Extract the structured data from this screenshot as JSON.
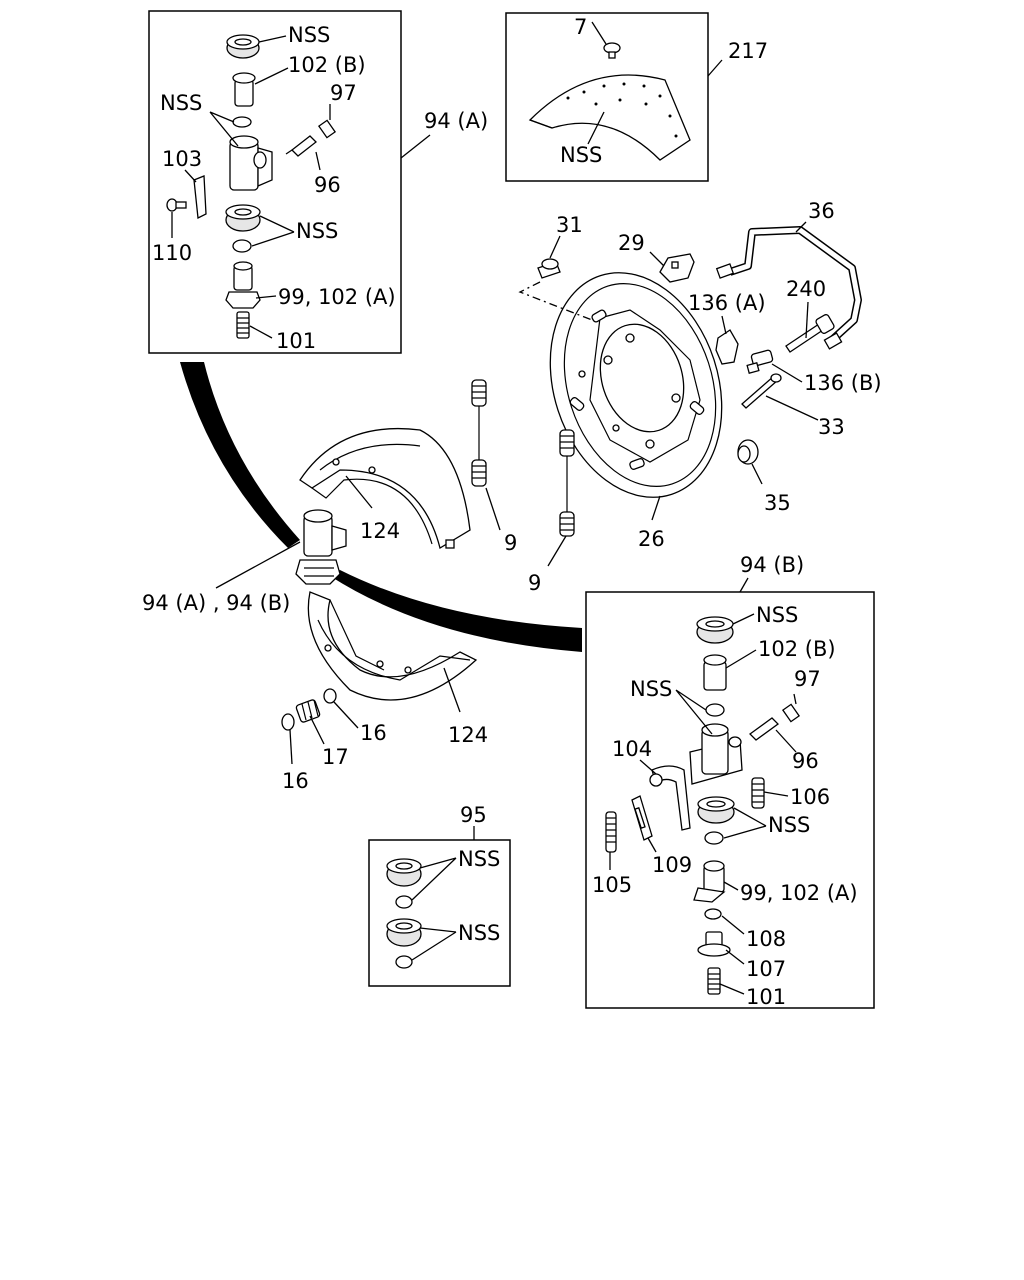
{
  "labels": {
    "nss_a1": "NSS",
    "p102b_a": "102 (B)",
    "nss_a2": "NSS",
    "p97_a": "97",
    "p94a": "94 (A)",
    "p103": "103",
    "p96_a": "96",
    "p110": "110",
    "nss_a3": "NSS",
    "p99_102a_a": "99, 102 (A)",
    "p101_a": "101",
    "p7": "7",
    "p217": "217",
    "nss_217": "NSS",
    "p31": "31",
    "p29": "29",
    "p36": "36",
    "p240": "240",
    "p136a": "136 (A)",
    "p136b": "136 (B)",
    "p33": "33",
    "p35": "35",
    "p26": "26",
    "p9_a": "9",
    "p9_b": "9",
    "p124_a": "124",
    "p94ab": "94 (A) , 94 (B)",
    "p16_a": "16",
    "p17": "17",
    "p16_b": "16",
    "p124_b": "124",
    "p94b": "94 (B)",
    "nss_b1": "NSS",
    "p102b_b": "102 (B)",
    "nss_b2": "NSS",
    "p97_b": "97",
    "p104": "104",
    "p96_b": "96",
    "p106": "106",
    "nss_b3": "NSS",
    "p105": "105",
    "p109": "109",
    "p99_102a_b": "99, 102 (A)",
    "p108": "108",
    "p107": "107",
    "p101_b": "101",
    "p95": "95",
    "nss_95a": "NSS",
    "nss_95b": "NSS"
  }
}
